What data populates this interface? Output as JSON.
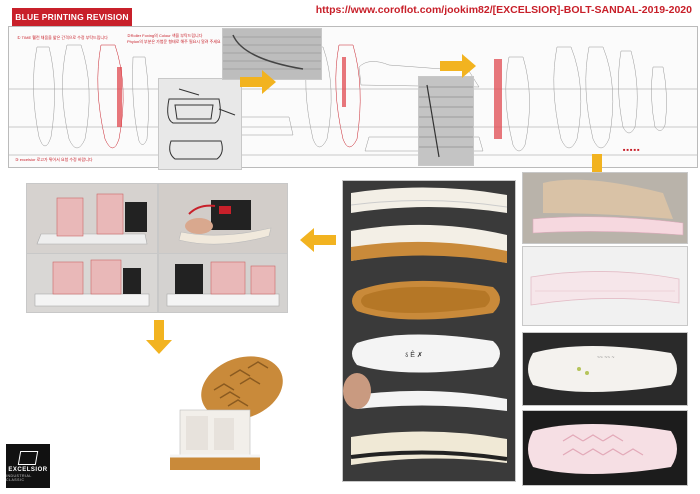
{
  "header": {
    "title": "BLUE PRINTING REVISION",
    "url": "https://www.coroflot.com/jookim82/[EXCELSIOR]-BOLT-SANDAL-2019-2020"
  },
  "annotations": {
    "note_1": "① TIME 웰런 채움을 얇은 간격으로 수정 부탁드립니다",
    "note_2": "②Roller Foxing의 Colour 색을 부탁드립니다",
    "note_3": "Phylon의 부분은 가볍운 형태로 해주 필요시 알려 주세요",
    "note_4": "③ excelsior 로고가 튀어서 요청 수정 바랍니다"
  },
  "brand": {
    "logo_name": "EXCELSIOR",
    "logo_sub": "INDUSTRIAL CLASSIC"
  },
  "colors": {
    "accent_red": "#c8202a",
    "arrow_yellow": "#f2b320",
    "gum": "#c98a3a"
  }
}
